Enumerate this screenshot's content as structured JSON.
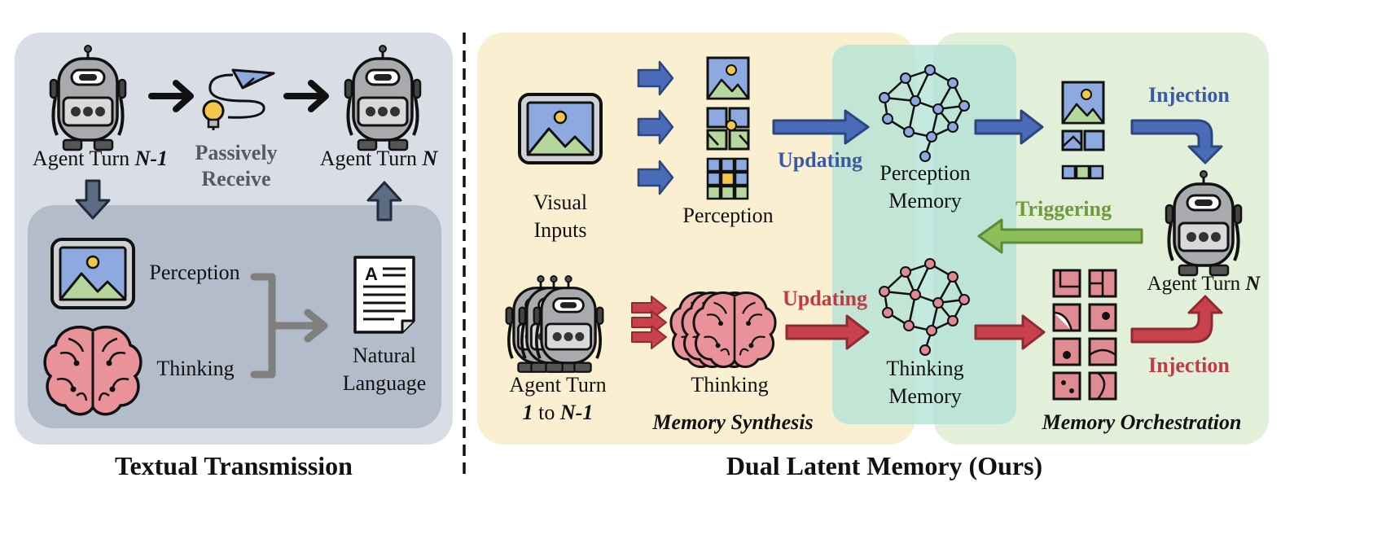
{
  "left": {
    "agent_prev_label_prefix": "Agent Turn ",
    "agent_prev_label_em": "N-1",
    "passive_line1": "Passively",
    "passive_line2": "Receive",
    "agent_next_label_prefix": "Agent Turn ",
    "agent_next_label_em": "N",
    "perception": "Perception",
    "thinking": "Thinking",
    "nl_line1": "Natural",
    "nl_line2": "Language",
    "caption": "Textual Transmission"
  },
  "right": {
    "visual_line1": "Visual",
    "visual_line2": "Inputs",
    "perception": "Perception",
    "updating_top": "Updating",
    "perc_mem_line1": "Perception",
    "perc_mem_line2": "Memory",
    "injection_top": "Injection",
    "triggering": "Triggering",
    "agent_n_prefix": "Agent Turn ",
    "agent_n_em": "N",
    "agents_line1": "Agent Turn",
    "agents_line2_a": "1",
    "agents_line2_b": " to ",
    "agents_line2_c": "N-1",
    "thinking": "Thinking",
    "updating_bottom": "Updating",
    "think_mem_line1": "Thinking",
    "think_mem_line2": "Memory",
    "injection_bottom": "Injection",
    "synthesis": "Memory Synthesis",
    "orchestration": "Memory Orchestration",
    "caption": "Dual Latent Memory (Ours)"
  },
  "colors": {
    "left_panel": "#d9dee6",
    "left_inner": "#b3bccb",
    "synthesis_panel": "#fbefd2",
    "orchestration_panel": "#e2efd9",
    "overlap_panel": "#c2e6da",
    "blue_arrow": "#4a6cb8",
    "red_arrow": "#c8414c",
    "green_arrow": "#7ba34b"
  },
  "icons": [
    "robot-icon",
    "paper-plane-icon",
    "lightbulb-icon",
    "image-icon",
    "brain-icon",
    "document-icon",
    "neural-network-icon",
    "patch-grid-icon"
  ]
}
